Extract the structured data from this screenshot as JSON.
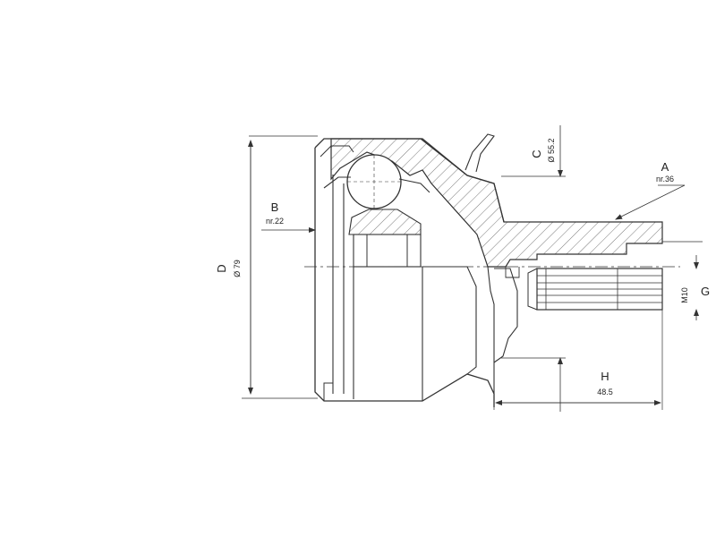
{
  "labels": {
    "A": "A",
    "A_sub": "nr.36",
    "B": "B",
    "B_sub": "nr.22",
    "C": "C",
    "C_sub": "Ø 55.2",
    "D": "D",
    "D_sub": "Ø 79",
    "G": "G",
    "G_sub": "M10",
    "H": "H",
    "H_sub": "48.5"
  },
  "colors": {
    "line": "#333333",
    "hatch": "#555555",
    "paper": "#ffffff"
  }
}
